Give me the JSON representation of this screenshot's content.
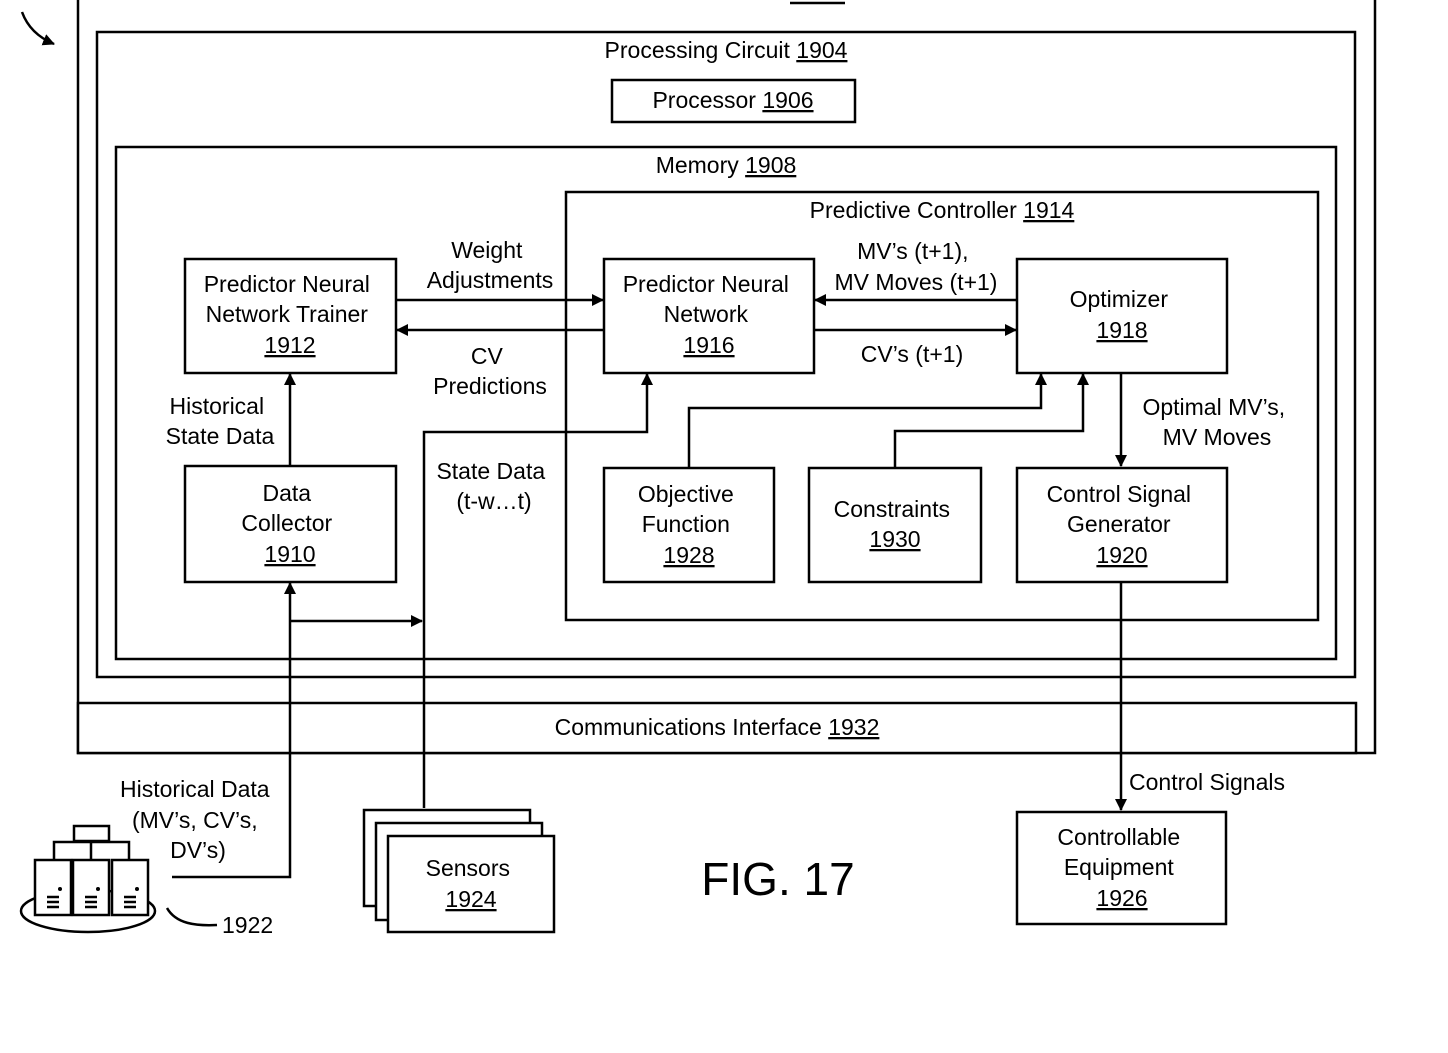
{
  "figure": {
    "label": "FIG. 17"
  },
  "processing_circuit": {
    "label": "Processing Circuit",
    "ref": "1904"
  },
  "processor": {
    "label": "Processor",
    "ref": "1906"
  },
  "memory": {
    "label": "Memory",
    "ref": "1908"
  },
  "predictive_controller": {
    "label": "Predictive Controller",
    "ref": "1914"
  },
  "trainer": {
    "line1": "Predictor Neural",
    "line2": "Network Trainer",
    "ref": "1912"
  },
  "predictor_nn": {
    "line1": "Predictor Neural",
    "line2": "Network",
    "ref": "1916"
  },
  "optimizer": {
    "line1": "Optimizer",
    "ref": "1918"
  },
  "data_collector": {
    "line1": "Data",
    "line2": "Collector",
    "ref": "1910"
  },
  "objective_function": {
    "line1": "Objective",
    "line2": "Function",
    "ref": "1928"
  },
  "constraints": {
    "line1": "Constraints",
    "ref": "1930"
  },
  "control_signal_generator": {
    "line1": "Control Signal",
    "line2": "Generator",
    "ref": "1920"
  },
  "communications_interface": {
    "label": "Communications Interface",
    "ref": "1932"
  },
  "sensors": {
    "line1": "Sensors",
    "ref": "1924"
  },
  "controllable_equipment": {
    "line1": "Controllable",
    "line2": "Equipment",
    "ref": "1926"
  },
  "database": {
    "ref": "1922"
  },
  "edge_labels": {
    "weight_adjustments": {
      "line1": "Weight",
      "line2": "Adjustments"
    },
    "cv_predictions": {
      "line1": "CV",
      "line2": "Predictions"
    },
    "mv_inputs": {
      "line1": "MV’s (t+1),",
      "line2": "MV Moves (t+1)"
    },
    "cv_outputs": {
      "line1": "CV’s (t+1)"
    },
    "historical_state_data": {
      "line1": "Historical",
      "line2": "State Data"
    },
    "state_data": {
      "line1": "State Data",
      "line2": "(t-w…t)"
    },
    "optimal_mvs": {
      "line1": "Optimal MV’s,",
      "line2": "MV Moves"
    },
    "control_signals": {
      "line1": "Control Signals"
    },
    "historical_data": {
      "line1": "Historical Data",
      "line2": "(MV’s, CV’s,",
      "line3": "DV’s)"
    }
  }
}
